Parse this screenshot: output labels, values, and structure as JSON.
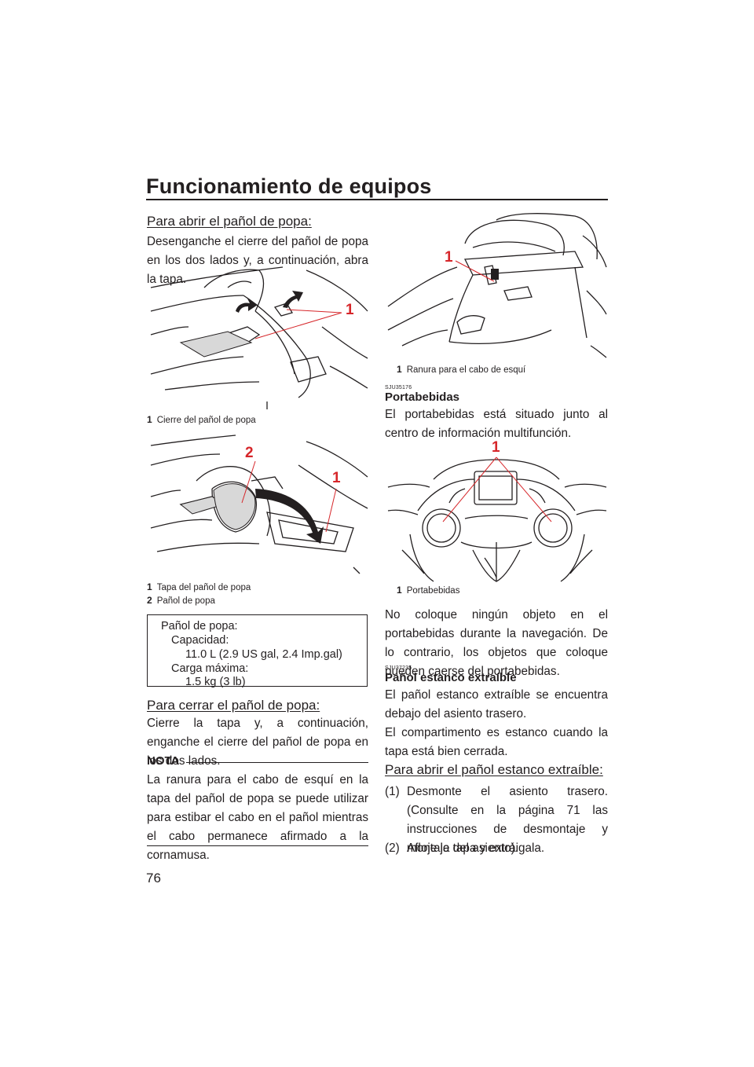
{
  "header": {
    "title": "Funcionamiento de equipos"
  },
  "page_number": "76",
  "left": {
    "open_stern": {
      "heading": "Para abrir el pañol de popa:",
      "text": "Desenganche el cierre del pañol de popa en los dos lados y, a continuación, abra la tapa.",
      "callout": "1",
      "caption_num": "1",
      "caption": "Cierre del pañol de popa"
    },
    "figure2": {
      "callout_1": "1",
      "callout_2": "2",
      "captions": [
        {
          "num": "1",
          "text": "Tapa del pañol de popa"
        },
        {
          "num": "2",
          "text": "Pañol de popa"
        }
      ]
    },
    "spec": {
      "title": "Pañol de popa:",
      "capacity_label": "Capacidad:",
      "capacity_value": "11.0 L (2.9 US gal, 2.4 Imp.gal)",
      "load_label": "Carga máxima:",
      "load_value": "1.5 kg (3 lb)"
    },
    "close_stern": {
      "heading": "Para cerrar el pañol de popa:",
      "text": "Cierre la tapa y, a continuación, enganche el cierre del pañol de popa en los dos lados."
    },
    "nota": {
      "label": "NOTA",
      "text": "La ranura para el cabo de esquí en la tapa del pañol de popa se puede utilizar para estibar el cabo en el pañol mientras el cabo permanece afirmado a la cornamusa."
    }
  },
  "right": {
    "figure3": {
      "callout": "1",
      "caption_num": "1",
      "caption": "Ranura para el cabo de esquí"
    },
    "cupholder": {
      "code": "SJU35176",
      "heading": "Portabebidas",
      "text": "El portabebidas está situado junto al centro de información multifunción.",
      "callout": "1",
      "caption_num": "1",
      "caption": "Portabebidas",
      "warning": "No coloque ningún objeto en el portabebidas durante la navegación. De lo contrario, los objetos que coloque pueden caerse del portabebidas."
    },
    "watertight": {
      "code": "SJU37235",
      "heading": "Pañol estanco extraíble",
      "text1": "El pañol estanco extraíble se encuentra debajo del asiento trasero.",
      "text2": "El compartimento es estanco cuando la tapa está bien cerrada.",
      "subheading": "Para abrir el pañol estanco extraíble:",
      "steps": [
        {
          "num": "(1)",
          "text": "Desmonte el asiento trasero. (Consulte en la página 71 las instrucciones de desmontaje y montaje del asiento)."
        },
        {
          "num": "(2)",
          "text": "Afloje la tapa y extráigala."
        }
      ]
    }
  },
  "colors": {
    "callout": "#d6262a",
    "text": "#231f20"
  }
}
